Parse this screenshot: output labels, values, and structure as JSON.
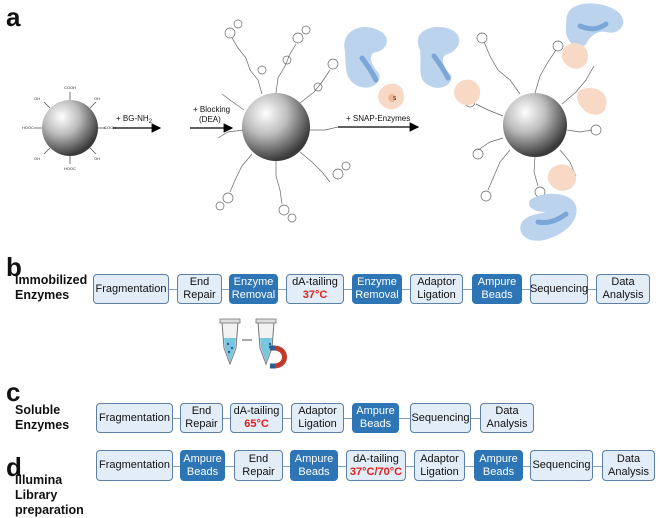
{
  "panels": {
    "a": "a",
    "b": "b",
    "c": "c",
    "d": "d"
  },
  "panel_a": {
    "step1": "+ BG-NH",
    "step1_sub": "2",
    "step2_line1": "+ Blocking",
    "step2_line2": "(DEA)",
    "step3": "+ SNAP-Enzymes",
    "label_s": "S"
  },
  "panel_b": {
    "title_line1": "Immobilized",
    "title_line2": "Enzymes",
    "steps": [
      {
        "l1": "Fragmentation",
        "l2": ""
      },
      {
        "l1": "End",
        "l2": "Repair"
      },
      {
        "l1": "Enzyme",
        "l2": "Removal"
      },
      {
        "l1": "dA-tailing",
        "l2": "37°C"
      },
      {
        "l1": "Enzyme",
        "l2": "Removal"
      },
      {
        "l1": "Adaptor",
        "l2": "Ligation"
      },
      {
        "l1": "Ampure",
        "l2": "Beads"
      },
      {
        "l1": "Sequencing",
        "l2": ""
      },
      {
        "l1": "Data",
        "l2": "Analysis"
      }
    ]
  },
  "panel_c": {
    "title_line1": "Soluble",
    "title_line2": "Enzymes",
    "steps": [
      {
        "l1": "Fragmentation",
        "l2": ""
      },
      {
        "l1": "End",
        "l2": "Repair"
      },
      {
        "l1": "dA-tailing",
        "l2": "65°C"
      },
      {
        "l1": "Adaptor",
        "l2": "Ligation"
      },
      {
        "l1": "Ampure",
        "l2": "Beads"
      },
      {
        "l1": "Sequencing",
        "l2": ""
      },
      {
        "l1": "Data",
        "l2": "Analysis"
      }
    ]
  },
  "panel_d": {
    "title_line1": "Illumina",
    "title_line2": "Library",
    "title_line3": "preparation",
    "steps": [
      {
        "l1": "Fragmentation",
        "l2": ""
      },
      {
        "l1": "Ampure",
        "l2": "Beads"
      },
      {
        "l1": "End",
        "l2": "Repair"
      },
      {
        "l1": "Ampure",
        "l2": "Beads"
      },
      {
        "l1": "dA-tailing",
        "l2": "37°C/70°C"
      },
      {
        "l1": "Adaptor",
        "l2": "Ligation"
      },
      {
        "l1": "Ampure",
        "l2": "Beads"
      },
      {
        "l1": "Sequencing",
        "l2": ""
      },
      {
        "l1": "Data",
        "l2": "Analysis"
      }
    ]
  },
  "colors": {
    "light_box": "#e3edf8",
    "dark_box": "#2e75b6",
    "temperature": "#e0201b",
    "enzyme_blue": "#bcd3ee",
    "snap_tag": "#f8d9c6",
    "magnet": "#c0392b"
  },
  "icons": [
    "bead-sphere",
    "enzyme-shape",
    "snap-tag-shape",
    "tube-icon",
    "magnet-icon"
  ]
}
